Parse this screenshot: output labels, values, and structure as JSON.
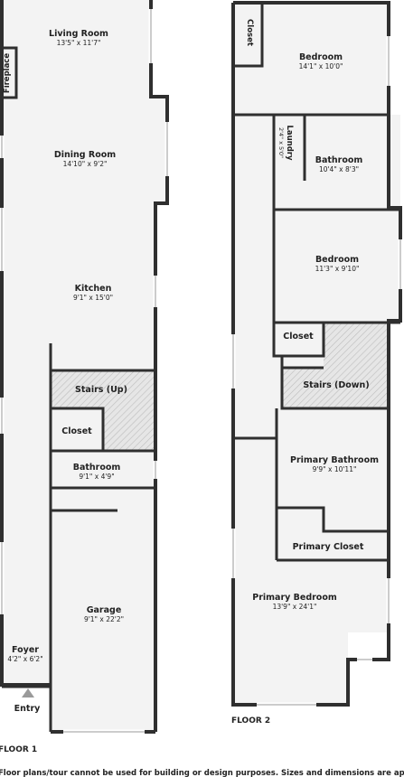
{
  "floor1": {
    "label": "FLOOR 1",
    "rooms": {
      "living_room": {
        "name": "Living Room",
        "dims": "13'5\" x 11'7\""
      },
      "fireplace": {
        "name": "Fireplace"
      },
      "dining_room": {
        "name": "Dining Room",
        "dims": "14'10\" x 9'2\""
      },
      "kitchen": {
        "name": "Kitchen",
        "dims": "9'1\" x 15'0\""
      },
      "stairs_up": {
        "name": "Stairs (Up)"
      },
      "closet": {
        "name": "Closet"
      },
      "bathroom": {
        "name": "Bathroom",
        "dims": "9'1\" x 4'9\""
      },
      "garage": {
        "name": "Garage",
        "dims": "9'1\" x 22'2\""
      },
      "foyer": {
        "name": "Foyer",
        "dims": "4'2\" x 6'2\""
      },
      "entry": {
        "name": "Entry"
      }
    }
  },
  "floor2": {
    "label": "FLOOR 2",
    "rooms": {
      "closet_top": {
        "name": "Closet"
      },
      "bedroom_top": {
        "name": "Bedroom",
        "dims": "14'1\" x 10'0\""
      },
      "laundry": {
        "name": "Laundry",
        "dims": "2'4\" x 5'0\""
      },
      "bathroom": {
        "name": "Bathroom",
        "dims": "10'4\" x 8'3\""
      },
      "bedroom_mid": {
        "name": "Bedroom",
        "dims": "11'3\" x 9'10\""
      },
      "closet_mid": {
        "name": "Closet"
      },
      "stairs_down": {
        "name": "Stairs (Down)"
      },
      "primary_bathroom": {
        "name": "Primary Bathroom",
        "dims": "9'9\" x 10'11\""
      },
      "primary_closet": {
        "name": "Primary Closet"
      },
      "primary_bedroom": {
        "name": "Primary Bedroom",
        "dims": "13'9\" x 24'1\""
      }
    }
  },
  "disclaimer": "Floor plans/tour cannot be used for building or design purposes. Sizes and dimensions are approximate."
}
